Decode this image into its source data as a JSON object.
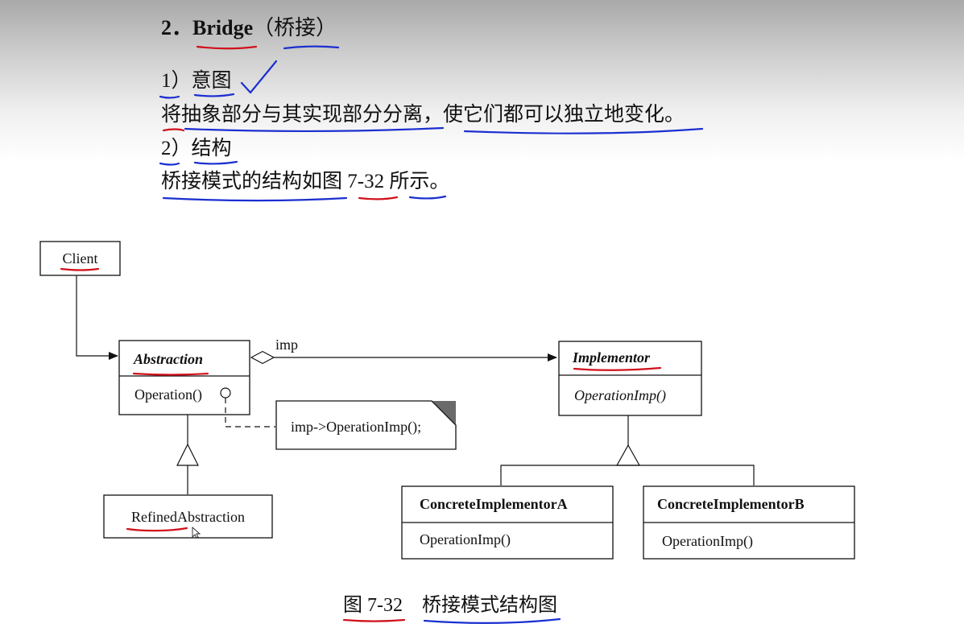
{
  "section": {
    "number": "2．",
    "name": "Bridge",
    "cn_name": "（桥接）"
  },
  "intent": {
    "heading": "1）意图",
    "text": "将抽象部分与其实现部分分离，使它们都可以独立地变化。"
  },
  "structure": {
    "heading": "2）结构",
    "text": "桥接模式的结构如图 7-32 所示。"
  },
  "diagram": {
    "client": "Client",
    "abstraction": {
      "name": "Abstraction",
      "operation": "Operation()"
    },
    "refined_abstraction": "RefinedAbstraction",
    "association_label": "imp",
    "note": "imp->OperationImp();",
    "implementor": {
      "name": "Implementor",
      "operation": "OperationImp()"
    },
    "concrete_a": {
      "name": "ConcreteImplementorA",
      "operation": "OperationImp()"
    },
    "concrete_b": {
      "name": "ConcreteImplementorB",
      "operation": "OperationImp()"
    }
  },
  "caption": {
    "figure_no": "图 7-32",
    "title": "桥接模式结构图"
  },
  "ink_colors": {
    "red": "#d0111b",
    "blue": "#1a2fd0"
  }
}
